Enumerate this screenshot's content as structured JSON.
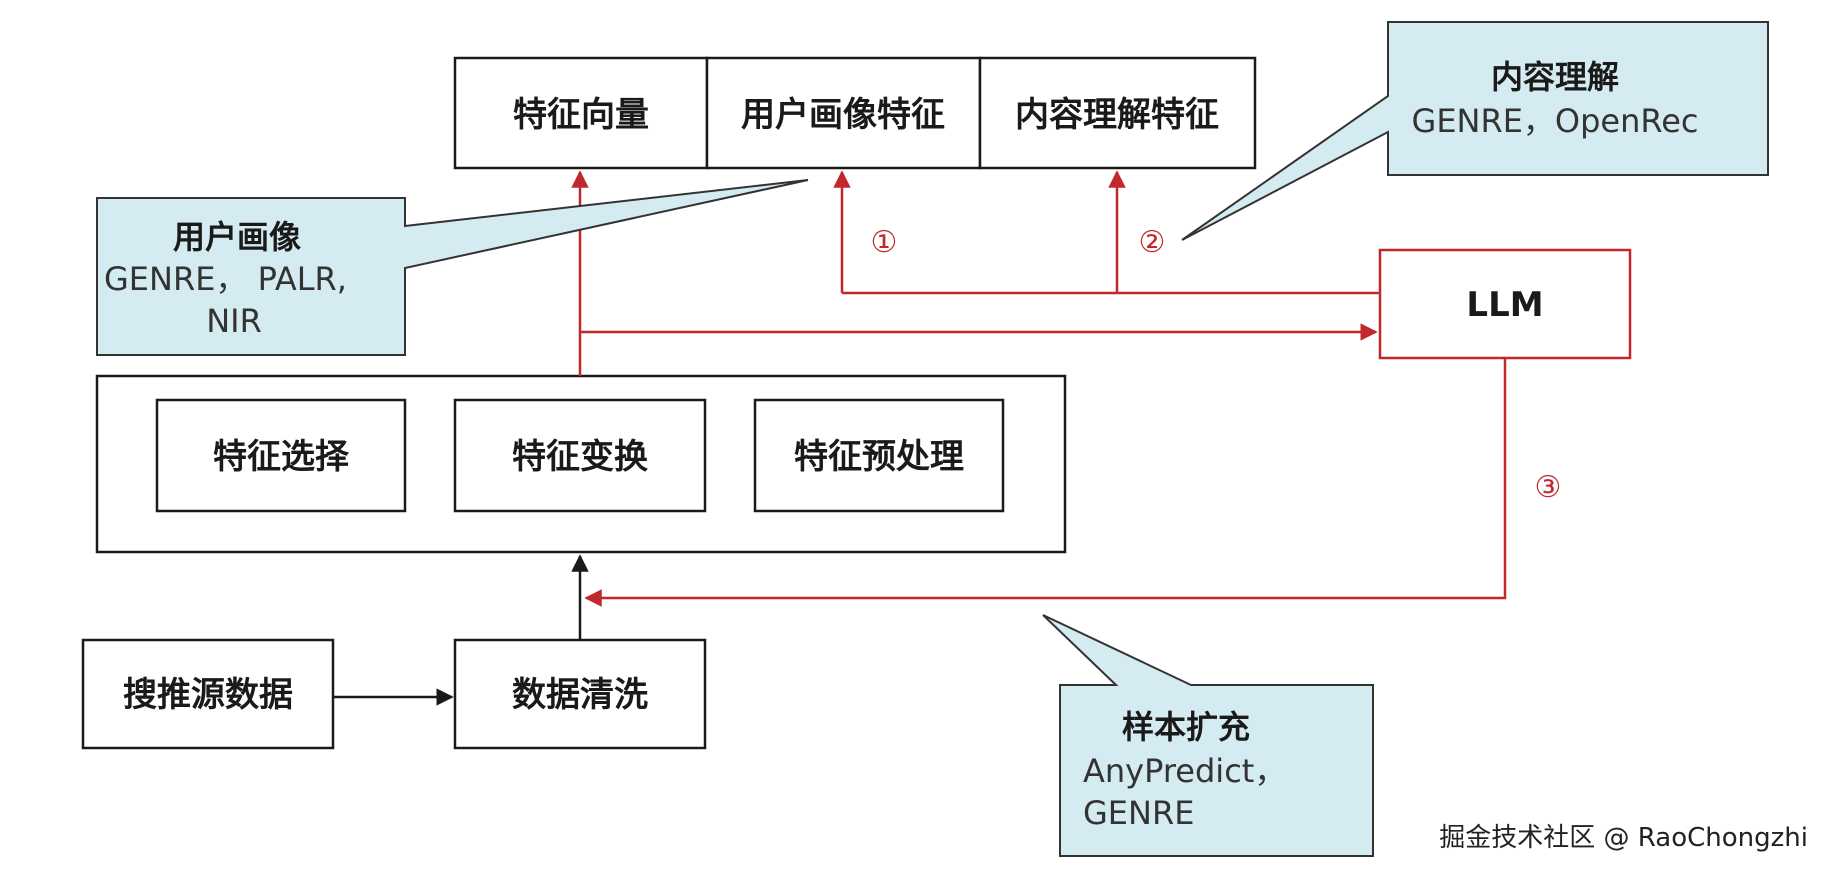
{
  "top_row": {
    "feature_vector": "特征向量",
    "user_profile_features": "用户画像特征",
    "content_understanding_features": "内容理解特征"
  },
  "feature_engineering": {
    "selection": "特征选择",
    "transform": "特征变换",
    "preprocess": "特征预处理"
  },
  "data_sources": {
    "source": "搜推源数据",
    "cleaning": "数据清洗"
  },
  "llm": "LLM",
  "steps": {
    "one": "①",
    "two": "②",
    "three": "③"
  },
  "callouts": {
    "user_profile": {
      "title": "用户画像",
      "line1": "GENRE，  PALR,",
      "line2": "NIR"
    },
    "content_understanding": {
      "title": "内容理解",
      "line1": "GENRE，OpenRec"
    },
    "sample_expansion": {
      "title": "样本扩充",
      "line1": "AnyPredict，",
      "line2": "GENRE"
    }
  },
  "watermark": "掘金技术社区 @ RaoChongzhi",
  "colors": {
    "flow_red": "#c0282d",
    "callout_fill": "#d3ebf1",
    "box_border": "#1a1a1a"
  }
}
